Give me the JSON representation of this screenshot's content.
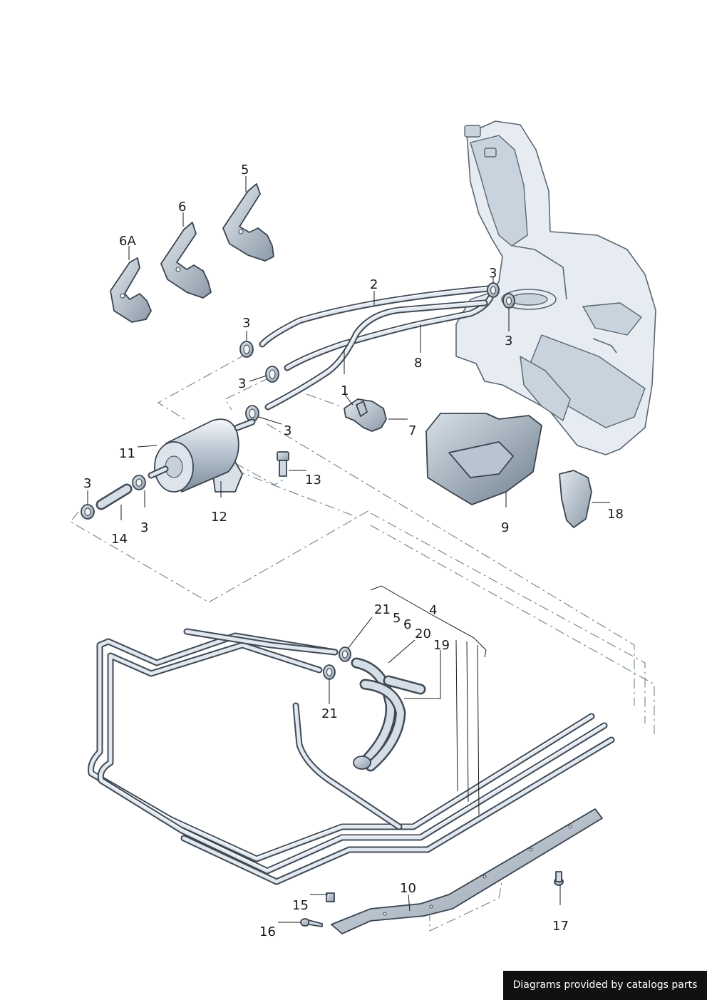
{
  "diagram": {
    "callouts": [
      {
        "id": "c-5-top",
        "text": "5"
      },
      {
        "id": "c-6-top",
        "text": "6"
      },
      {
        "id": "c-6a",
        "text": "6A"
      },
      {
        "id": "c-2",
        "text": "2"
      },
      {
        "id": "c-3-tank-top",
        "text": "3"
      },
      {
        "id": "c-3-tank-bottom",
        "text": "3"
      },
      {
        "id": "c-3-pipe-a",
        "text": "3"
      },
      {
        "id": "c-3-pipe-b",
        "text": "3"
      },
      {
        "id": "c-3-pipe-c",
        "text": "3"
      },
      {
        "id": "c-8",
        "text": "8"
      },
      {
        "id": "c-1",
        "text": "1"
      },
      {
        "id": "c-7",
        "text": "7"
      },
      {
        "id": "c-11",
        "text": "11"
      },
      {
        "id": "c-13",
        "text": "13"
      },
      {
        "id": "c-3-filter-left",
        "text": "3"
      },
      {
        "id": "c-3-filter-right",
        "text": "3"
      },
      {
        "id": "c-14",
        "text": "14"
      },
      {
        "id": "c-12",
        "text": "12"
      },
      {
        "id": "c-9",
        "text": "9"
      },
      {
        "id": "c-18",
        "text": "18"
      },
      {
        "id": "c-4",
        "text": "4"
      },
      {
        "id": "c-21-top",
        "text": "21"
      },
      {
        "id": "c-5-mid",
        "text": "5"
      },
      {
        "id": "c-6-mid",
        "text": "6"
      },
      {
        "id": "c-20",
        "text": "20"
      },
      {
        "id": "c-19",
        "text": "19"
      },
      {
        "id": "c-21-bottom",
        "text": "21"
      },
      {
        "id": "c-10",
        "text": "10"
      },
      {
        "id": "c-15",
        "text": "15"
      },
      {
        "id": "c-16",
        "text": "16"
      },
      {
        "id": "c-17",
        "text": "17"
      }
    ]
  },
  "credit": {
    "text": "Diagrams provided by catalogs parts"
  }
}
